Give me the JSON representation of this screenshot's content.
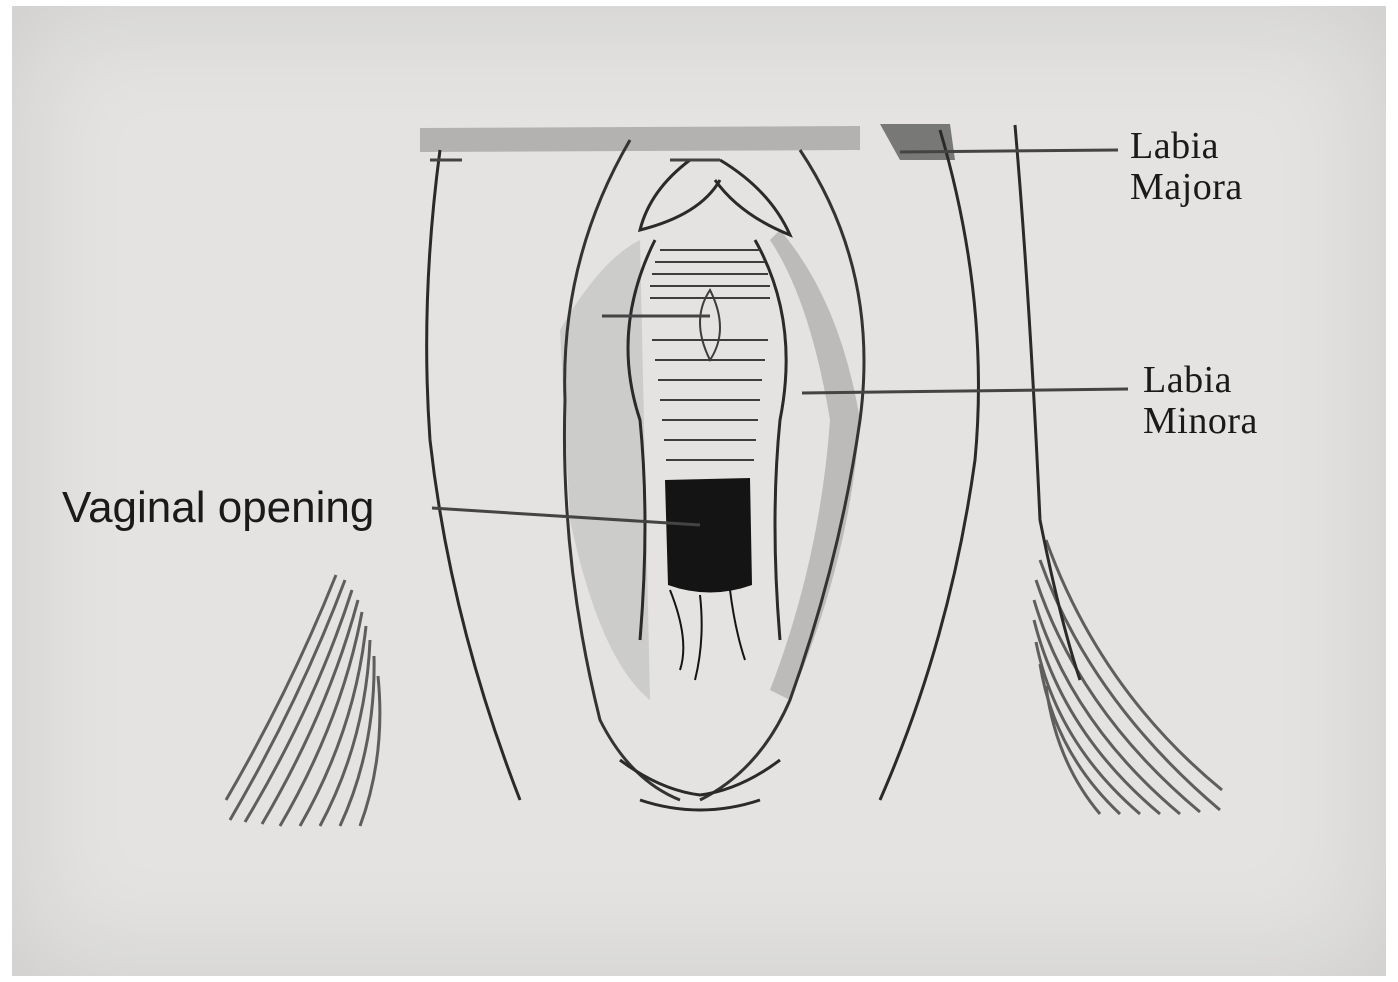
{
  "labels": {
    "labia_majora": "Labia\nMajora",
    "labia_minora": "Labia\nMinora",
    "vaginal_opening": "Vaginal opening"
  },
  "colors": {
    "paper": "#e4e3e1",
    "ink": "#1a1a1a",
    "shading": "#6b6b6b"
  }
}
